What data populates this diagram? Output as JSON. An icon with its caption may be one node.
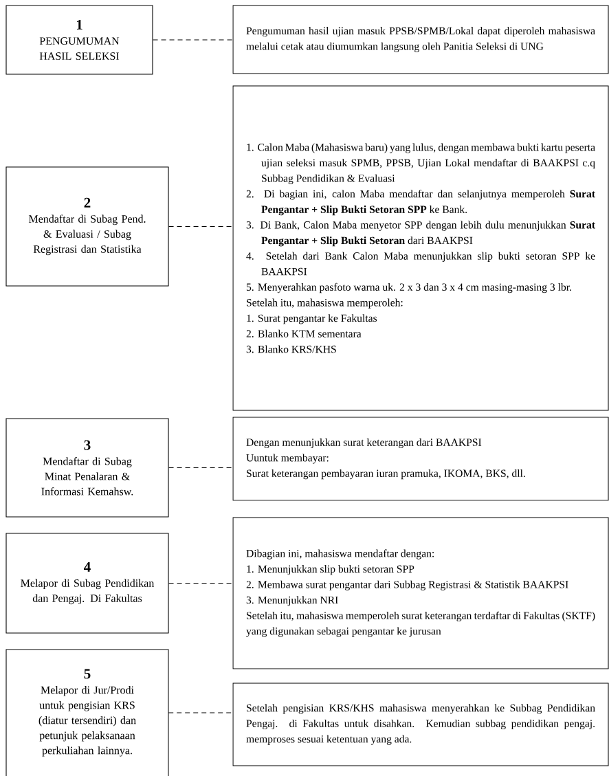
{
  "diagram": {
    "nodes": [
      {
        "text": [
          "1",
          "PENGUMUMAN HASIL SELEKSI"
        ]
      },
      {
        "text": [
          "Pengumuman hasil ujian masuk PPSB/SPMB/Lokal dapat diperoleh mahasiswa melalui cetak atau diumumkan langsung oleh Panitia Seleksi di UNG"
        ]
      },
      {
        "text": [
          "2",
          "Mendaftar di Subag Pend. & Evaluasi / Subag Registrasi dan Statistika"
        ]
      },
      {
        "text": [
          "1. Calon Maba (Mahasiswa baru) yang lulus, dengan membawa bukti kartu peserta ujian seleksi masuk SPMB, PPSB, Ujian Lokal mendaftar di BAAKPSI c.q Subbag Pendidikan & Evaluasi",
          "2. Di bagian ini, calon Maba mendaftar dan selanjutnya memperoleh **Surat Pengantar + Slip Bukti Setoran SPP** ke Bank.",
          "3. Di Bank, Calon Maba menyetor SPP dengan lebih dulu menunjukkan **Surat Pengantar + Slip Bukti Setoran** dari BAAKPSI",
          "4. Setelah dari Bank Calon Maba menunjukkan slip bukti setoran SPP ke BAAKPSI",
          "5. Menyerahkan pasfoto warna uk. 2 x 3 dan 3 x 4 cm masing-masing 3 lbr.",
          "Setelah itu, mahasiswa memperoleh:",
          "1. Surat pengantar ke Fakultas",
          "2. Blanko KTM sementara",
          "3. Blanko KRS/KHS"
        ]
      },
      {
        "text": [
          "3",
          "Mendaftar di Subag Minat Penalaran & Informasi Kemahsw."
        ]
      },
      {
        "text": [
          "Dengan menunjukkan surat keterangan dari BAAKPSI",
          "Uuntuk membayar:",
          "Surat keterangan pembayaran iuran pramuka, IKOMA, BKS, dll."
        ]
      },
      {
        "text": [
          "4",
          "Melapor di Subag Pendidikan dan Pengaj. Di Fakultas"
        ]
      },
      {
        "text": [
          "Dibagian ini, mahasiswa mendaftar dengan:",
          "1. Menunjukkan slip bukti setoran SPP",
          "2. Membawa surat pengantar dari Subbag Registrasi & Statistik BAAKPSI",
          "3. Menunjukkan NRI",
          "Setelah itu, mahasiswa memperoleh surat keterangan terdaftar di Fakultas (SKTF) yang digunakan sebagai pengantar ke jurusan"
        ]
      },
      {
        "text": [
          "5",
          "Melapor di Jur/Prodi untuk pengisian KRS (diatur tersendiri) dan petunjuk pelaksanaan perkuliahan lainnya."
        ]
      },
      {
        "text": [
          "Setelah pengisian KRS/KHS mahasiswa menyerahkan ke Subbag Pendidikan Pengaj. di Fakultas untuk disahkan. Kemudian subbag pendidikan pengaj. memproses sesuai ketentuan yang ada."
        ]
      }
    ],
    "edges": [
      {
        "from": 0,
        "to": 1,
        "arrow": "none",
        "style": "dashed"
      },
      {
        "from": 2,
        "to": 3,
        "arrow": "none",
        "style": "dashed"
      },
      {
        "from": 4,
        "to": 5,
        "arrow": "none",
        "style": "dashed"
      },
      {
        "from": 6,
        "to": 7,
        "arrow": "none",
        "style": "dashed"
      },
      {
        "from": 8,
        "to": 9,
        "arrow": "none",
        "style": "dashed"
      }
    ]
  }
}
